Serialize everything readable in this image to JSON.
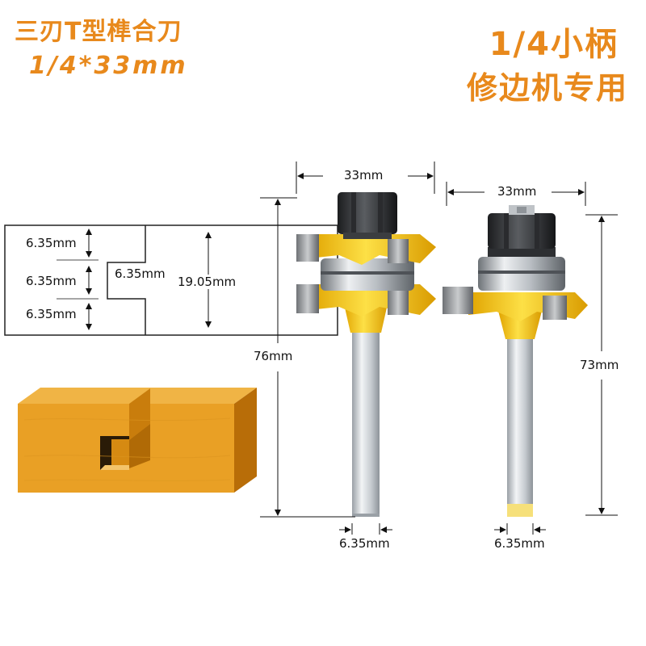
{
  "titles": {
    "left_line1": "三刃T型榫合刀",
    "left_line2": "1/4*33mm",
    "right_line1": "1/4小柄",
    "right_line2": "修边机专用"
  },
  "diagram": {
    "layer_top": "6.35mm",
    "layer_mid": "6.35mm",
    "layer_bottom": "6.35mm",
    "slot_depth": "6.35mm",
    "total_height": "19.05mm"
  },
  "bit_left": {
    "width": "33mm",
    "length": "76mm",
    "shank": "6.35mm"
  },
  "bit_right": {
    "width": "33mm",
    "length": "73mm",
    "shank": "6.35mm"
  },
  "colors": {
    "title": "#e8891c",
    "cutter_body": "#f2c11b",
    "wood_block": "#e9a025",
    "shank": "#cfd3d8"
  }
}
